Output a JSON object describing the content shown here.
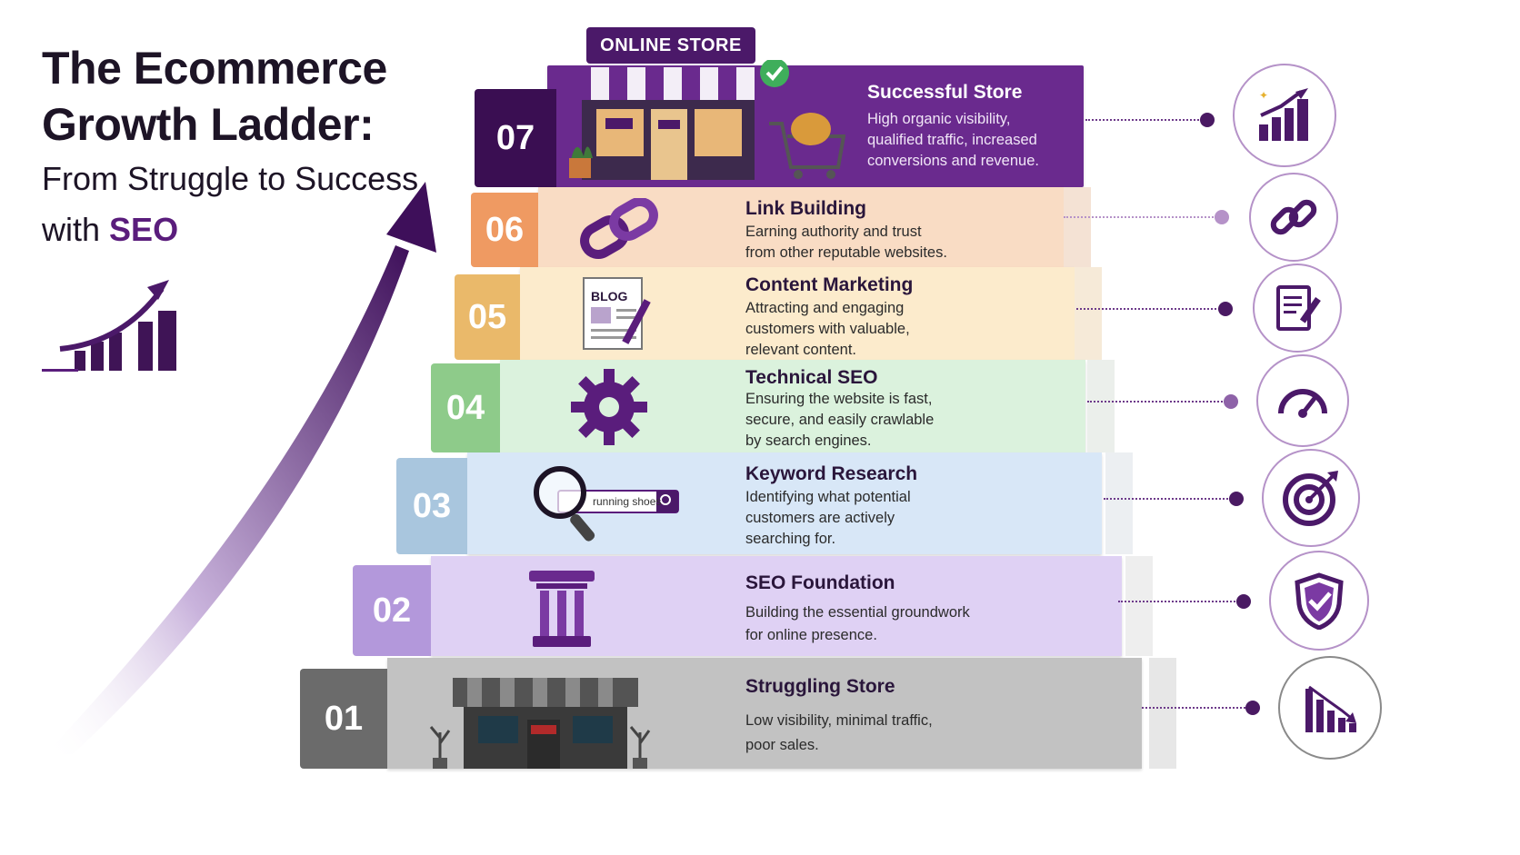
{
  "title": {
    "line1": "The Ecommerce",
    "line2": "Growth Ladder:",
    "subtitle_line1": "From Struggle to Success",
    "subtitle_with": "with",
    "subtitle_seo": "SEO"
  },
  "store_sign": "ONLINE STORE",
  "search_text": "running shoes",
  "blog_label": "BLOG",
  "colors": {
    "brand": "#4b1969",
    "step07": "#5a1d7c",
    "step06": "#f8d9c0",
    "step05": "#fbe9c8",
    "step04": "#d9f1dc",
    "step03": "#d6e6f6",
    "step02": "#ddd0f3",
    "step01": "#bdbdbd"
  },
  "steps": [
    {
      "number": "07",
      "title": "Successful Store",
      "desc": "High organic visibility,\nqualified traffic, increased\nconversions and revenue.",
      "icon": "growth-chart-icon"
    },
    {
      "number": "06",
      "title": "Link Building",
      "desc": "Earning authority and trust\nfrom other reputable websites.",
      "icon": "link-icon"
    },
    {
      "number": "05",
      "title": "Content Marketing",
      "desc": "Attracting and engaging\ncustomers with valuable,\nrelevant content.",
      "icon": "edit-document-icon"
    },
    {
      "number": "04",
      "title": "Technical SEO",
      "desc": "Ensuring the website is fast,\nsecure, and easily crawlable\nby search engines.",
      "icon": "speedometer-icon"
    },
    {
      "number": "03",
      "title": "Keyword Research",
      "desc": "Identifying what potential\ncustomers are actively\nsearching for.",
      "icon": "target-icon"
    },
    {
      "number": "02",
      "title": "SEO Foundation",
      "desc": "Building the essential groundwork\nfor online presence.",
      "icon": "shield-check-icon"
    },
    {
      "number": "01",
      "title": "Struggling Store",
      "desc": "Low visibility, minimal traffic,\npoor sales.",
      "icon": "declining-chart-icon"
    }
  ]
}
